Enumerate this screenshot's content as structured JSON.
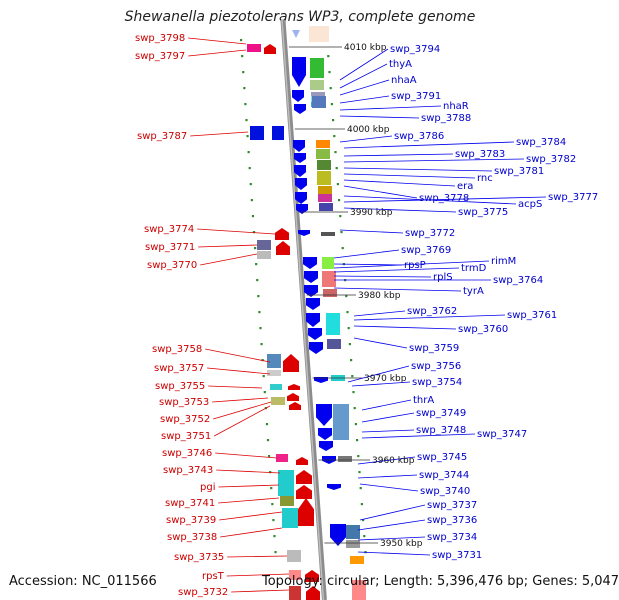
{
  "title": "Shewanella piezotolerans WP3, complete genome",
  "footer": {
    "accession": "Accession: NC_011566",
    "stats": "Topology: circular; Length: 5,396,476 bp; Genes: 5,047"
  },
  "colors": {
    "forward": "#dd0000",
    "reverse": "#0000ee",
    "backbone": "#9a9a9a",
    "tick": "#2e8b2e"
  },
  "kbp_marks": [
    "4010 kbp",
    "4000 kbp",
    "3990 kbp",
    "3980 kbp",
    "3970 kbp",
    "3960 kbp",
    "3950 kbp"
  ],
  "left_labels": [
    "swp_3798",
    "swp_3797",
    "swp_3787",
    "swp_3774",
    "swp_3771",
    "swp_3770",
    "swp_3758",
    "swp_3757",
    "swp_3755",
    "swp_3753",
    "swp_3752",
    "swp_3751",
    "swp_3746",
    "swp_3743",
    "pgi",
    "swp_3741",
    "swp_3739",
    "swp_3738",
    "swp_3735",
    "rpsT",
    "swp_3732"
  ],
  "right_labels": [
    "swp_3794",
    "thyA",
    "nhaA",
    "swp_3791",
    "nhaR",
    "swp_3788",
    "swp_3786",
    "swp_3784",
    "swp_3783",
    "swp_3782",
    "swp_3781",
    "rnc",
    "era",
    "swp_3778",
    "acpS",
    "swp_3777",
    "swp_3775",
    "swp_3772",
    "swp_3769",
    "rpsP",
    "rimM",
    "trmD",
    "rplS",
    "swp_3764",
    "tyrA",
    "swp_3762",
    "swp_3761",
    "swp_3760",
    "swp_3759",
    "swp_3756",
    "swp_3754",
    "thrA",
    "swp_3749",
    "swp_3748",
    "swp_3747",
    "swp_3745",
    "swp_3744",
    "swp_3740",
    "swp_3737",
    "swp_3736",
    "swp_3734",
    "swp_3731"
  ]
}
